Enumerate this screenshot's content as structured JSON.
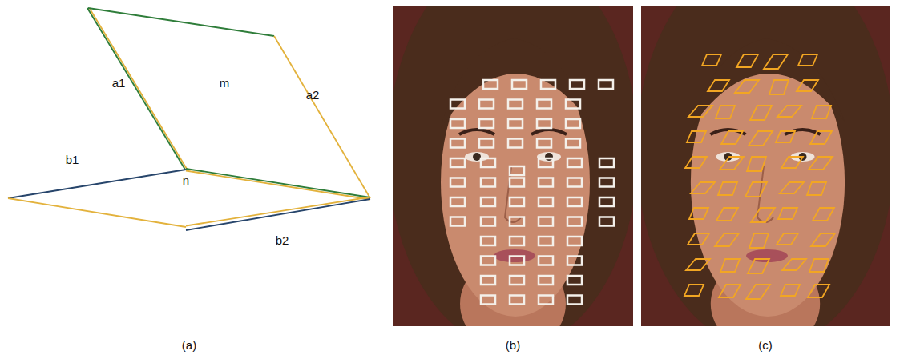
{
  "diagram": {
    "labels": [
      "a1",
      "m",
      "a2",
      "b1",
      "n",
      "b2",
      "(a)",
      "(b)",
      "(c)"
    ]
  }
}
